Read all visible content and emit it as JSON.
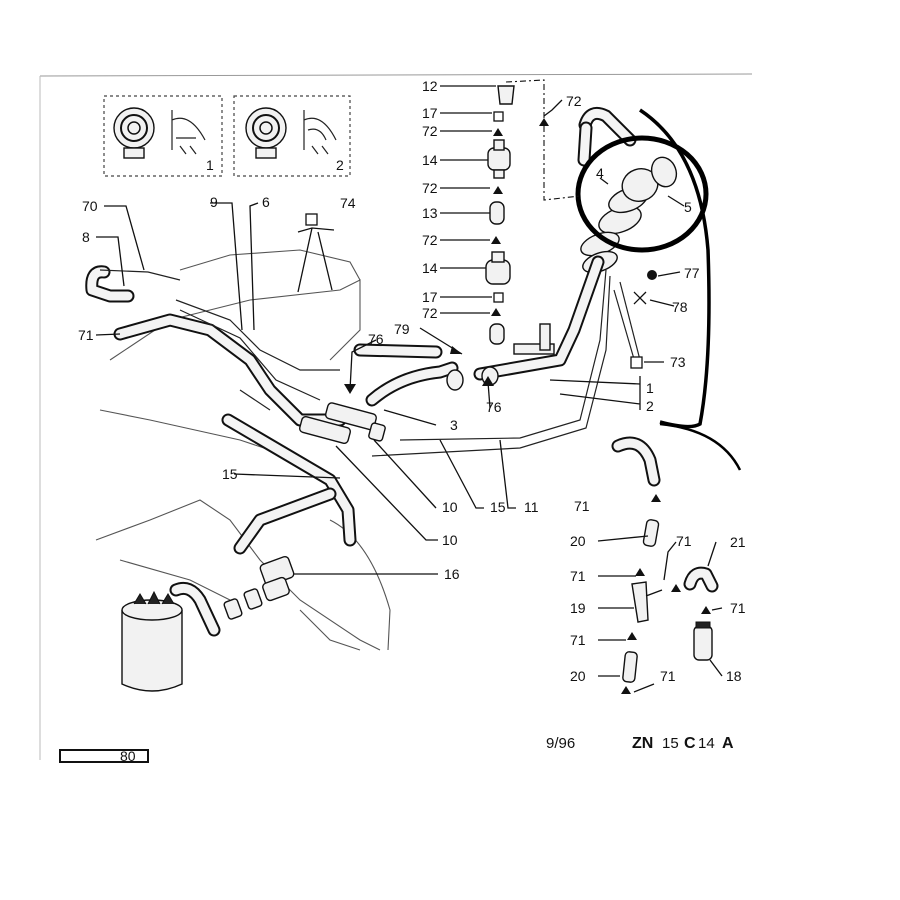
{
  "callouts": {
    "c1": "1",
    "c2": "2",
    "c70": "70",
    "c8": "8",
    "c71a": "71",
    "c9": "9",
    "c6": "6",
    "c74": "74",
    "c12": "12",
    "c17a": "17",
    "c72a": "72",
    "c14a": "14",
    "c72b": "72",
    "c13": "13",
    "c72c": "72",
    "c14b": "14",
    "c17b": "17",
    "c72d": "72",
    "c72top": "72",
    "c4": "4",
    "c5": "5",
    "c77": "77",
    "c78": "78",
    "c79": "79",
    "c76a": "76",
    "c76b": "76",
    "c73": "73",
    "c1r": "1",
    "c2r": "2",
    "c3": "3",
    "c15a": "15",
    "c10a": "10",
    "c15b": "15",
    "c11": "11",
    "c10b": "10",
    "c16": "16",
    "c71b": "71",
    "c20a": "20",
    "c71c": "71",
    "c71d": "71",
    "c21": "21",
    "c19": "19",
    "c71e": "71",
    "c71f": "71",
    "c18": "18",
    "c20b": "20",
    "c71g": "71"
  },
  "footer": {
    "date": "9/96",
    "code_zn": "ZN",
    "code_15": "15",
    "code_c": "C",
    "code_14": "14",
    "code_a": "A",
    "page_box": "80"
  }
}
